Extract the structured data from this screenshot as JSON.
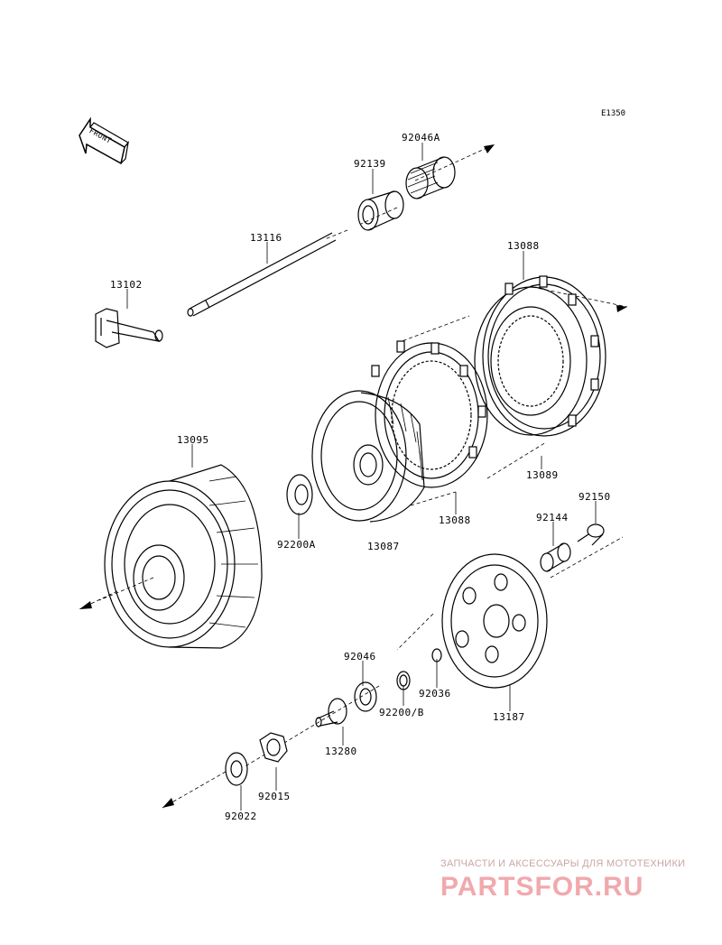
{
  "diagram": {
    "code": "E1350",
    "front_label": "FRONT",
    "parts": [
      {
        "id": "92046A",
        "label": "92046A"
      },
      {
        "id": "92139",
        "label": "92139"
      },
      {
        "id": "13116",
        "label": "13116"
      },
      {
        "id": "13102",
        "label": "13102"
      },
      {
        "id": "13088-top",
        "label": "13088"
      },
      {
        "id": "13095",
        "label": "13095"
      },
      {
        "id": "13089",
        "label": "13089"
      },
      {
        "id": "92150",
        "label": "92150"
      },
      {
        "id": "92144",
        "label": "92144"
      },
      {
        "id": "13088-bottom",
        "label": "13088"
      },
      {
        "id": "92200A",
        "label": "92200A"
      },
      {
        "id": "13087",
        "label": "13087"
      },
      {
        "id": "92046",
        "label": "92046"
      },
      {
        "id": "92036",
        "label": "92036"
      },
      {
        "id": "92200B",
        "label": "92200/B"
      },
      {
        "id": "13187",
        "label": "13187"
      },
      {
        "id": "13280",
        "label": "13280"
      },
      {
        "id": "92015",
        "label": "92015"
      },
      {
        "id": "92022",
        "label": "92022"
      }
    ]
  },
  "watermark": {
    "line1": "ЗАПЧАСТИ И АКСЕССУАРЫ ДЛЯ МОТОТЕХНИКИ",
    "line2": "PARTSFOR.RU"
  }
}
